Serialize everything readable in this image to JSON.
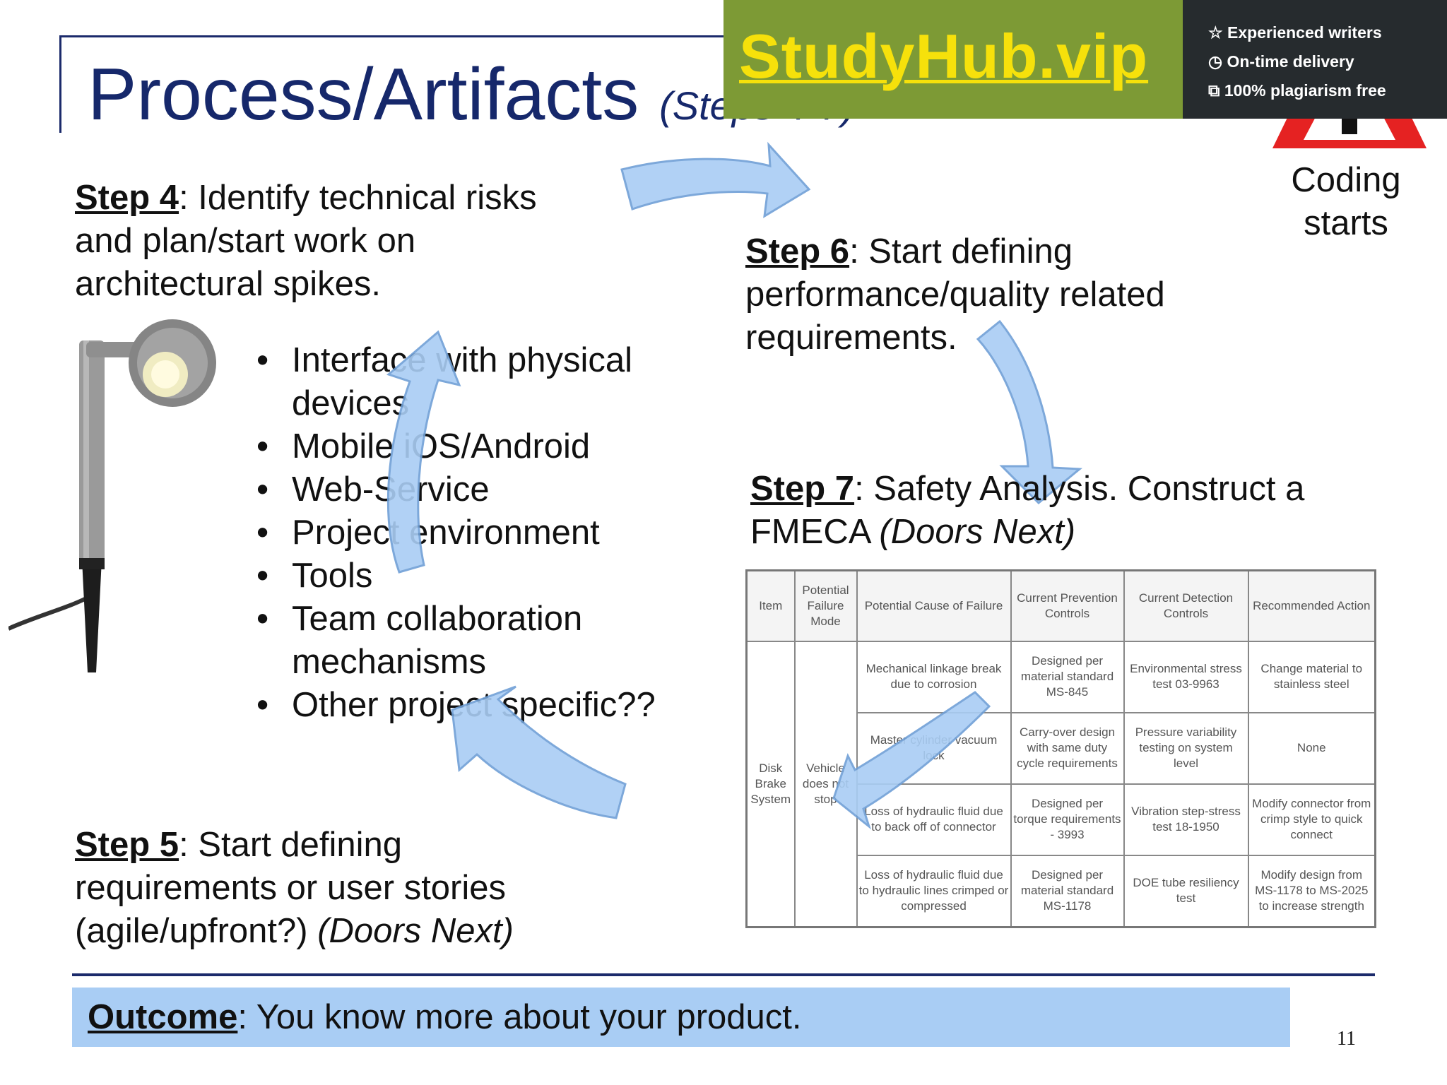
{
  "title": {
    "main": "Process/Artifacts",
    "sub": "(Steps 4-7)"
  },
  "banner": {
    "brand": "StudyHub.vip",
    "perks": [
      "Experienced writers",
      "On-time delivery",
      "100% plagiarism free"
    ],
    "colors": {
      "green": "#7d9a35",
      "dark": "#262b2e",
      "brand_text": "#f6e10b"
    }
  },
  "coding": {
    "line1": "Coding",
    "line2": "starts"
  },
  "step4": {
    "label": "Step 4",
    "text": ": Identify technical risks and plan/start work on architectural spikes."
  },
  "bullets": [
    "Interface with physical devices",
    "Mobile iOS/Android",
    "Web-Service",
    "Project environment",
    "Tools",
    "Team collaboration mechanisms",
    "Other project specific??"
  ],
  "step5": {
    "label": "Step 5",
    "text": ": Start defining requirements or user stories (agile/upfront?) ",
    "italic": "(Doors Next)"
  },
  "step6": {
    "label": "Step 6",
    "text": ": Start defining performance/quality related requirements."
  },
  "step7": {
    "label": "Step 7",
    "text": ": Safety Analysis.  Construct a FMECA ",
    "italic": "(Doors Next)"
  },
  "fmeca": {
    "headers": [
      "Item",
      "Potential Failure Mode",
      "Potential Cause of Failure",
      "Current Prevention Controls",
      "Current Detection Controls",
      "Recommended Action"
    ],
    "item": "Disk Brake System",
    "failure_mode": "Vehicle does not stop",
    "rows": [
      [
        "Mechanical linkage break due to corrosion",
        "Designed per material standard MS-845",
        "Environmental stress test 03-9963",
        "Change material to stainless steel"
      ],
      [
        "Master cylinder vacuum lock",
        "Carry-over design with same duty cycle requirements",
        "Pressure variability testing on system level",
        "None"
      ],
      [
        "Loss of hydraulic fluid due to back off of connector",
        "Designed per torque requirements - 3993",
        "Vibration step-stress test 18-1950",
        "Modify connector from crimp style to quick connect"
      ],
      [
        "Loss of hydraulic fluid due to hydraulic lines crimped or compressed",
        "Designed per material standard MS-1178",
        "DOE tube resiliency test",
        "Modify design from MS-1178 to MS-2025 to increase strength"
      ]
    ]
  },
  "outcome": {
    "label": "Outcome",
    "text": ":  You know more about your product."
  },
  "page_number": "11",
  "colors": {
    "title": "#16286b",
    "arrow_fill": "#a9cdf4",
    "arrow_stroke": "#6f9fd6",
    "outcome_bg": "#a9cdf4"
  }
}
